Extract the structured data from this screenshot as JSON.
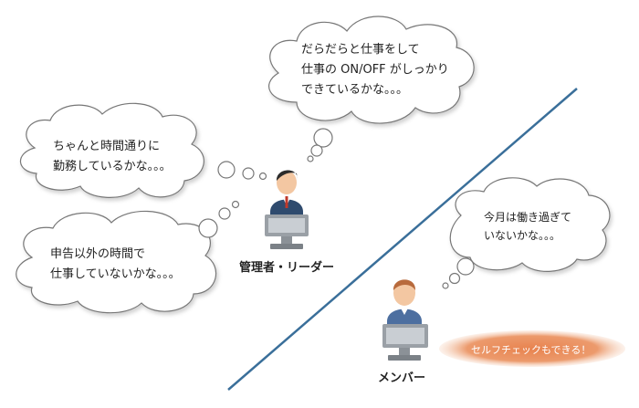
{
  "bubbles": {
    "top": {
      "line1": "だらだらと仕事をして",
      "line2": "仕事の ON/OFF がしっかり",
      "line3": "できているかな。。。"
    },
    "left_upper": {
      "line1": "ちゃんと時間通りに",
      "line2": "勤務しているかな。。。"
    },
    "left_lower": {
      "line1": "申告以外の時間で",
      "line2": "仕事していないかな。。。"
    },
    "right": {
      "line1": "今月は働き過ぎて",
      "line2": "いないかな。。。"
    }
  },
  "labels": {
    "manager": "管理者・リーダー",
    "member": "メンバー"
  },
  "self_check": {
    "text": "セルフチェックもできる！"
  },
  "colors": {
    "divider": "#3a6f9a",
    "manager_suit": "#2f4b6e",
    "manager_tie": "#c0392b",
    "member_suit": "#4d6fa0",
    "pill": "#e8834f"
  },
  "icons": [
    "thought-bubble-icon",
    "person-at-computer-icon"
  ]
}
